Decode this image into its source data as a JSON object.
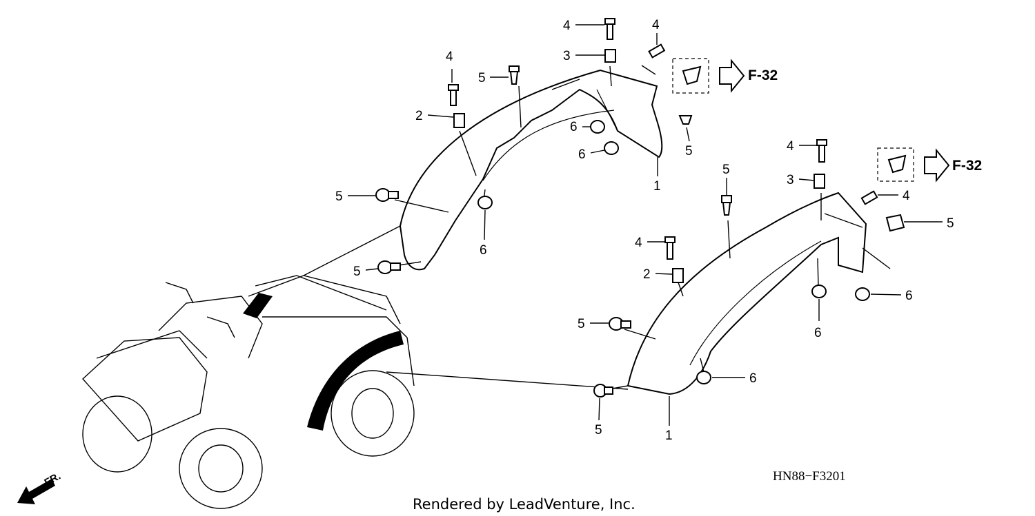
{
  "callouts": {
    "rear": {
      "fender": "1",
      "collar": "2",
      "collar_small": "3",
      "bolt_top": "4",
      "bolt_left": "4",
      "bolt_right": "4",
      "clip_top": "5",
      "clip_left": "5",
      "clip_left_low": "5",
      "clip_right": "5",
      "nut_a": "6",
      "nut_b": "6",
      "nut_c": "6"
    },
    "front": {
      "fender": "1",
      "collar": "2",
      "collar_small": "3",
      "bolt_top": "4",
      "bolt_left": "4",
      "bolt_right": "4",
      "clip_top": "5",
      "clip_left": "5",
      "clip_low": "5",
      "clip_right": "5",
      "nut_a": "6",
      "nut_b": "6",
      "nut_c": "6"
    }
  },
  "references": {
    "ref_top": "F-32",
    "ref_right": "F-32"
  },
  "front_marker": "FR.",
  "diagram_code": "HN88−F3201",
  "credit": "Rendered by LeadVenture, Inc.",
  "icons": [
    "arrow-icon",
    "push-clip-icon",
    "bolt-icon",
    "nut-icon",
    "collar-icon"
  ]
}
